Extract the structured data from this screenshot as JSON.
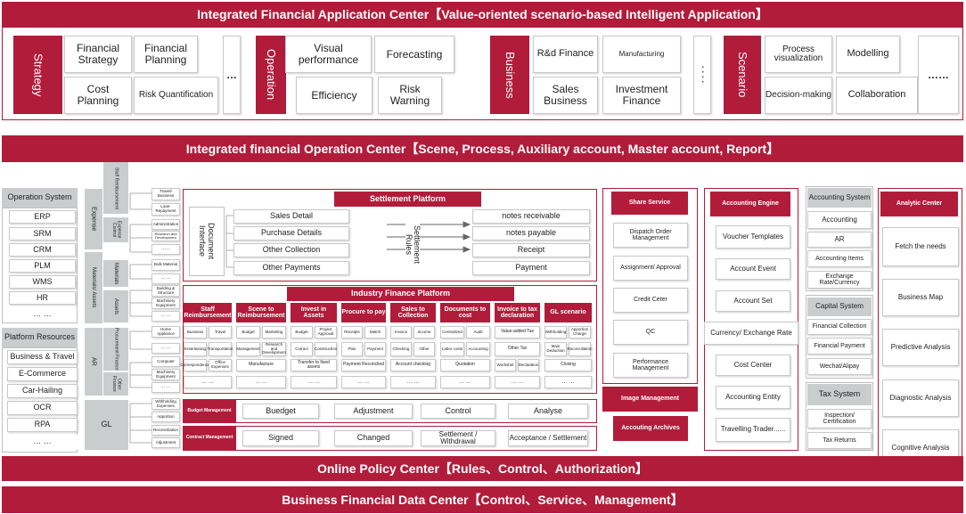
{
  "bands": {
    "app_center": "Integrated Financial Application Center【Value-oriented scenario-based Intelligent Application】",
    "op_center": "Integrated financial Operation Center【Scene, Process, Auxiliary account, Master account, Report】",
    "policy_center": "Online Policy Center【Rules、Control、Authorization】",
    "data_center": "Business Financial Data Center【Control、Service、Management】"
  },
  "app": {
    "strategy": {
      "label": "Strategy",
      "items": [
        "Financial Strategy",
        "Financial Planning",
        "Cost Planning",
        "Risk Quantification"
      ]
    },
    "operation": {
      "label": "Operation",
      "items": [
        "Visual performance",
        "Forecasting",
        "Efficiency",
        "Risk Warning"
      ]
    },
    "business": {
      "label": "Business",
      "items": [
        "R&d Finance",
        "Manufacturing",
        "Sales Business",
        "Investment Finance"
      ]
    },
    "scenario": {
      "label": "Scenario",
      "items": [
        "Process visualization",
        "Modelling",
        "Decision-making",
        "Collaboration"
      ]
    },
    "ellipsis": "…",
    "ellipsis2": "……",
    "vdots": "· · · ·"
  },
  "left": {
    "op_system": {
      "title": "Operation System",
      "items": [
        "ERP",
        "SRM",
        "CRM",
        "PLM",
        "WMS",
        "HR",
        "… …"
      ]
    },
    "platform": {
      "title": "Platform Resources",
      "items": [
        "Business & Travel",
        "E-Commerce",
        "Car-Hailing",
        "OCR",
        "RPA",
        "… …"
      ]
    }
  },
  "tree": {
    "expense": "Expense",
    "staff_reimb": "Staff Reimbursement",
    "expense_control": "Expense Control",
    "materials": "Materials/ Assets",
    "materials2": "Materials",
    "assets": "Assets",
    "ar": "AR",
    "procurement": "Procurement Finance",
    "other_finance": "Other Finance",
    "gl": "GL",
    "leaves": {
      "travel": "Travel/ Business",
      "loan": "Loan-Repayment",
      "admin": "Administration",
      "rnd": "Research and Development",
      "dots1": "……",
      "bulk": "Bulk Material",
      "dots2": "… …",
      "building": "Building & Structure",
      "machinery": "Machinery Equipment",
      "dots3": "… …",
      "home": "Home Appliance",
      "dots4": "… …",
      "computer": "Computer",
      "machinery2": "Machinery Equipment",
      "dots5": "… …",
      "withhold": "Withholding Expenses",
      "appor": "Apportion",
      "recon": "Reconciliation",
      "adjust": "Adjustment"
    }
  },
  "settlement": {
    "title": "Settlement Platform",
    "doc_interface": "Document Interface",
    "rules": "Settlement Rules",
    "left": [
      "Sales Detail",
      "Purchase Details",
      "Other Collection",
      "Other Payments"
    ],
    "right": [
      "notes receivable",
      "notes payable",
      "Receipt",
      "Payment"
    ]
  },
  "industry": {
    "title": "Industry Finance Platform",
    "cols": [
      {
        "head": "Staff Reimbursement",
        "r1": [
          "Business",
          "Travel"
        ],
        "r2": [
          "Entertaining",
          "Transportation"
        ],
        "r3": [
          "Correspondence",
          "Office Expenses"
        ],
        "r4": "… …"
      },
      {
        "head": "Scene to Reimbursement",
        "r1": [
          "Budget",
          "Marketing"
        ],
        "r2": [
          "Management",
          "Research and Development"
        ],
        "r3": [
          "Manufacture"
        ],
        "r4": "… …"
      },
      {
        "head": "Invest in Assets",
        "r1": [
          "Budget",
          "Project Approval"
        ],
        "r2": [
          "Cotract",
          "Construction"
        ],
        "r3": [
          "Transfer to fixed assets"
        ],
        "r4": "… …"
      },
      {
        "head": "Procure to pay",
        "r1": [
          "Receipts",
          "Match"
        ],
        "r2": [
          "Plan",
          "Payment"
        ],
        "r3": [
          "Payment Reconciled"
        ],
        "r4": "… …"
      },
      {
        "head": "Sales to Collection",
        "r1": [
          "Invoice",
          "Income"
        ],
        "r2": [
          "Checking",
          "Other"
        ],
        "r3": [
          "Account checking"
        ],
        "r4": "… …"
      },
      {
        "head": "Documents to cost",
        "r1": [
          "Centralized",
          "Audit"
        ],
        "r2": [
          "Labor costs",
          "Accounting"
        ],
        "r3": [
          "Quotation"
        ],
        "r4": "… …"
      },
      {
        "head": "Invoice to tax declaration",
        "r1": [
          "Value-added Tax"
        ],
        "r2": [
          "Other Tax"
        ],
        "r3": [
          "Workshet",
          "Declaration"
        ],
        "r4": "… …"
      },
      {
        "head": "GL scenario",
        "r1": [
          "Withholding",
          "Apportion Charge"
        ],
        "r2": [
          "Main Deduction",
          "Reconciliation"
        ],
        "r3": [
          "Closing"
        ],
        "r4": "… …"
      }
    ]
  },
  "budget": {
    "label": "Budget Management",
    "items": [
      "Buedget",
      "Adjustment",
      "Control",
      "Analyse"
    ]
  },
  "contract": {
    "label": "Contract Management",
    "items": [
      "Signed",
      "Changed",
      "Settlement / Withdrawal",
      "Acceptance / Settlement"
    ]
  },
  "share": {
    "title": "Share Service",
    "items": [
      "Dispatch Order Management",
      "Assignment/ Approval",
      "Credit Ceter",
      "QC",
      "Performance Management"
    ],
    "image": "Image Management",
    "archives": "Accouting Archives"
  },
  "engine": {
    "title": "Accounting Engine",
    "items": [
      "Voucher Templates",
      "Account Event",
      "Account Set",
      "Currency/ Exchange Rate",
      "Cost Center",
      "Accounting Entity",
      "Travelling Trader......"
    ]
  },
  "acc_system": {
    "title": "Accounting System",
    "items": [
      "Accounting",
      "AR",
      "Accounting Items",
      "Exchange Rate/Currency"
    ]
  },
  "capital": {
    "title": "Capital System",
    "items": [
      "Financial Collection",
      "Financial Payment",
      "Wechat/Alipay"
    ]
  },
  "tax": {
    "title": "Tax System",
    "items": [
      "Inspection/ Certification",
      "Tax Returns"
    ]
  },
  "analytic": {
    "title": "Analytic Center",
    "items": [
      "Fetch the needs",
      "Business Map",
      "Predictive Analysis",
      "Diagnostic Analysis",
      "Cognitive Analysis"
    ]
  }
}
